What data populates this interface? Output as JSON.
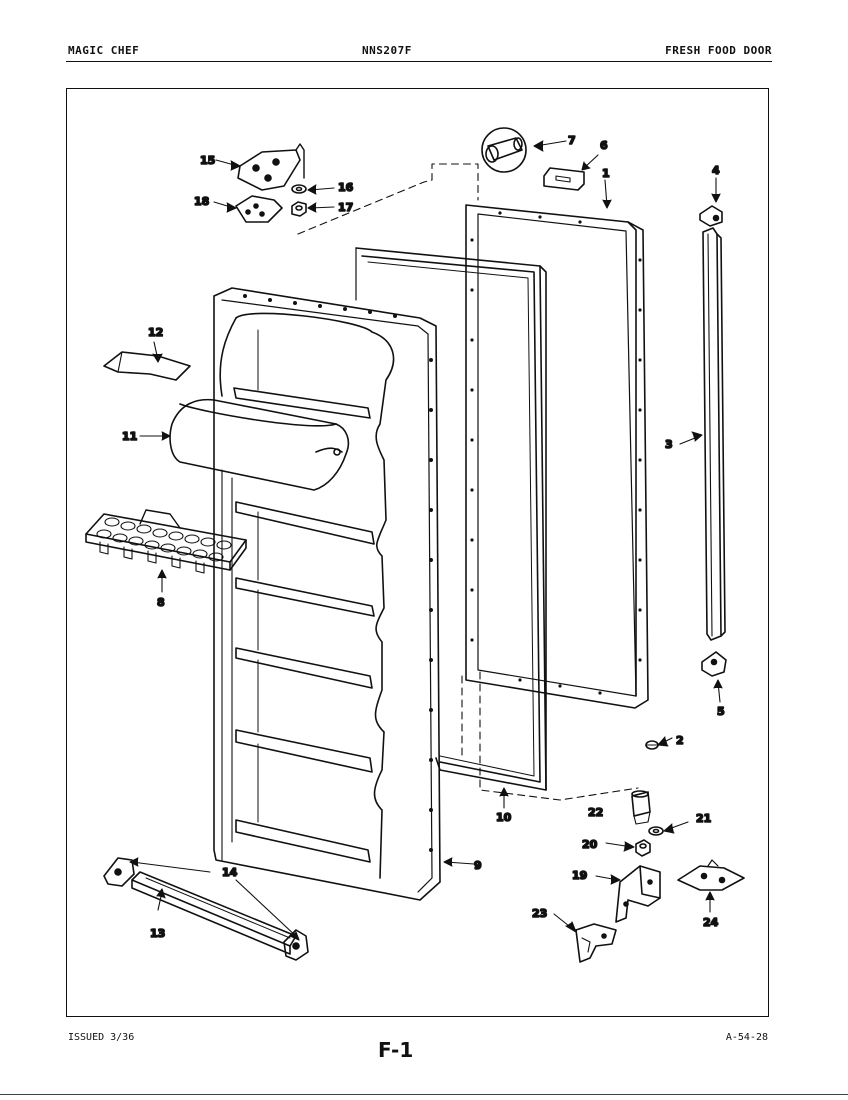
{
  "header": {
    "brand": "MAGIC CHEF",
    "model": "NNS207F",
    "section": "FRESH FOOD DOOR"
  },
  "footer": {
    "issued": "ISSUED 3/36",
    "page": "F-1",
    "code": "A-54-28"
  },
  "callouts": [
    "1",
    "2",
    "3",
    "4",
    "5",
    "6",
    "7",
    "8",
    "9",
    "10",
    "11",
    "12",
    "13",
    "14",
    "15",
    "16",
    "17",
    "18",
    "19",
    "20",
    "21",
    "22",
    "23",
    "24"
  ],
  "parts": [
    "door-panel-outer",
    "plug-button",
    "door-trim-strip",
    "upper-trim-bracket",
    "lower-trim-bracket",
    "handle-cap",
    "bumper",
    "egg-tray",
    "door-liner",
    "door-gasket",
    "dairy-cover",
    "utility-shelf",
    "bottom-trim",
    "trim-end-caps",
    "upper-hinge",
    "hinge-washer",
    "hinge-nut",
    "hinge-shim",
    "lower-hinge-bracket",
    "hinge-pin-washer",
    "hinge-spacer",
    "door-cam",
    "door-stop",
    "lower-hinge"
  ]
}
